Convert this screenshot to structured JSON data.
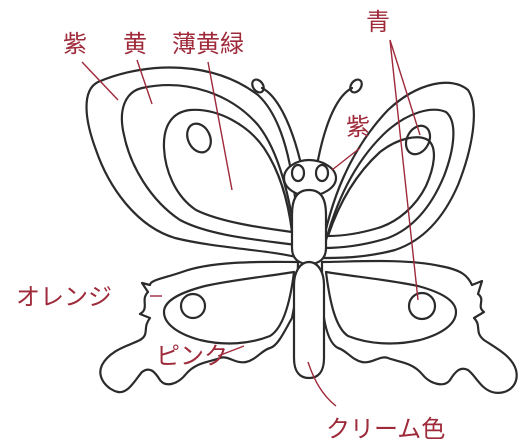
{
  "colors": {
    "label": "#9e2a3a",
    "outline": "#2b2b2b"
  },
  "labels": {
    "purple_wing": "紫",
    "yellow": "黄",
    "light_yellow_green": "薄黄緑",
    "blue": "青",
    "purple_head": "紫",
    "orange": "オレンジ",
    "pink": "ピンク",
    "cream": "クリーム色"
  }
}
